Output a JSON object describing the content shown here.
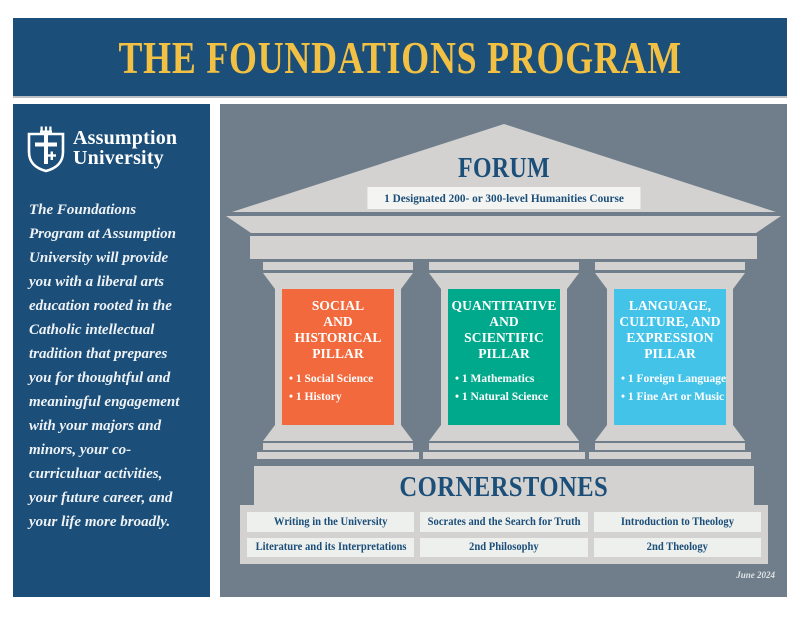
{
  "header": {
    "title": "THE FOUNDATIONS PROGRAM"
  },
  "sidebar": {
    "logo_line1": "Assumption",
    "logo_line2": "University",
    "description": "The Foundations Program at Assumption University will provide you with a liberal arts education rooted in the Catholic intellectual tradition that prepares you for thoughtful and meaningful engagement with your majors and minors, your co-curriculuar activities, your future career, and your life more broadly."
  },
  "temple": {
    "forum": {
      "title": "FORUM",
      "course": "1 Designated 200- or 300-level Humanities Course"
    },
    "pillars": [
      {
        "title": "SOCIAL\nAND\nHISTORICAL\nPILLAR",
        "color": "#f1693c",
        "bullets": [
          "1 Social Science",
          "1 History"
        ]
      },
      {
        "title": "QUANTITATIVE\nAND\nSCIENTIFIC\nPILLAR",
        "color": "#00a98c",
        "bullets": [
          "1 Mathematics",
          "1 Natural Science"
        ]
      },
      {
        "title": "LANGUAGE,\nCULTURE, AND\nEXPRESSION\nPILLAR",
        "color": "#44c3e9",
        "bullets": [
          "1 Foreign Language",
          "1 Fine Art or Music"
        ]
      }
    ],
    "cornerstones": {
      "title": "CORNERSTONES",
      "courses": [
        "Writing in the University",
        "Socrates and the Search for Truth",
        "Introduction to Theology",
        "Literature and its Interpretations",
        "2nd Philosophy",
        "2nd Theology"
      ]
    }
  },
  "footer": {
    "date": "June 2024"
  },
  "colors": {
    "dark_blue": "#1b4e79",
    "yellow": "#f2c144",
    "slate_background": "#6f7e8a",
    "stone_gray": "#d3d2d0",
    "orange_pillar": "#f1693c",
    "teal_pillar": "#00a98c",
    "cyan_pillar": "#44c3e9"
  }
}
